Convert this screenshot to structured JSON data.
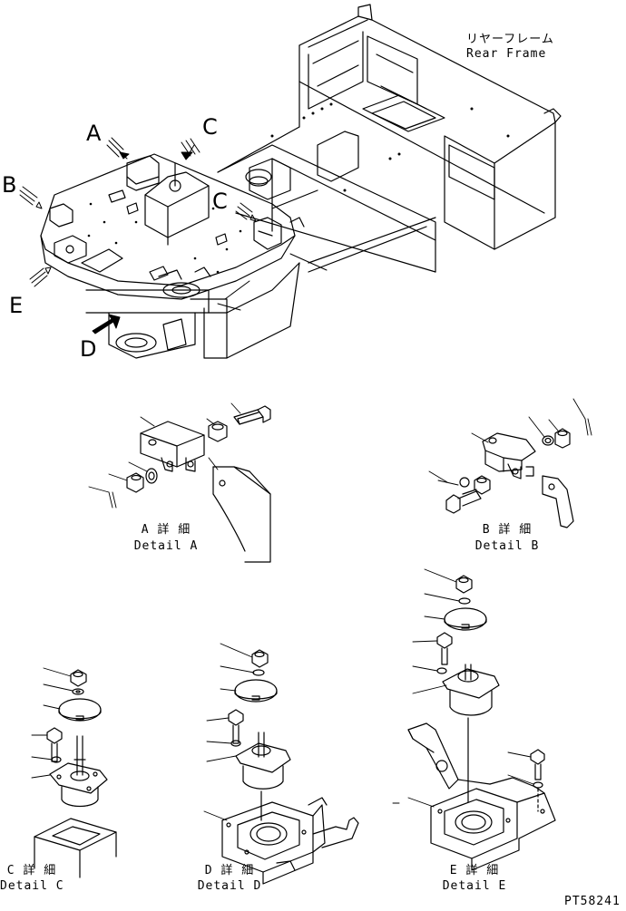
{
  "header": {
    "title_jp": "リヤーフレーム",
    "title_en": "Rear Frame"
  },
  "view_letters": {
    "a": "A",
    "b": "B",
    "c1": "C",
    "c2": "C",
    "d": "D",
    "e": "E"
  },
  "details": {
    "a": {
      "jp": "A 詳 細",
      "en": "Detail A"
    },
    "b": {
      "jp": "B 詳 細",
      "en": "Detail B"
    },
    "c": {
      "jp": "C 詳 細",
      "en": "Detail C"
    },
    "d": {
      "jp": "D 詳 細",
      "en": "Detail D"
    },
    "e": {
      "jp": "E 詳 細",
      "en": "Detail E"
    }
  },
  "footer": {
    "code": "PT58241"
  },
  "colors": {
    "ink": "#000000",
    "paper": "#ffffff"
  }
}
